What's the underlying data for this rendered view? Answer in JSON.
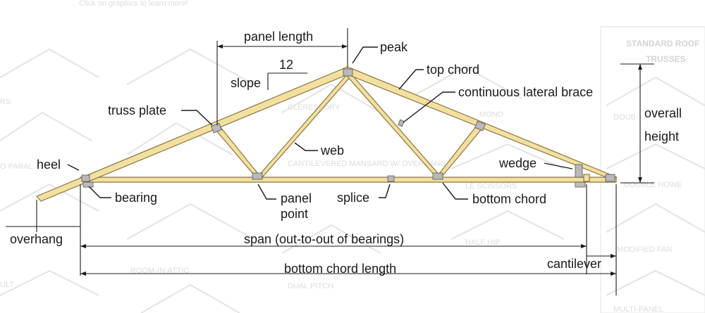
{
  "instruction": "Click on graphics to learn more!",
  "sidebar_title_line1": "STANDARD ROOF",
  "sidebar_title_line2": "TRUSSES",
  "background_labels": {
    "clerestory": "CLERESTORY",
    "cantilevered_mansard": "CANTILEVERED MANSARD W/ OVERHANG",
    "dual_pitch": "DUAL PITCH",
    "room_in_attic": "ROOM-IN-ATTIC",
    "half_hip": "HALF HIP",
    "modified_fan": "MODIFIED FAN",
    "double_howe": "DOUBLE HOWE",
    "multi_panel": "MULTI-PANEL",
    "bowstring_partial": "RS",
    "paraloft_partial": "O PARAL",
    "dormer_partial": "DOUB",
    "gambrel_partial": "ULT",
    "scissors_partial": "LE SCISSORS",
    "mono_partial": "MONO"
  },
  "labels": {
    "panel_length": "panel length",
    "peak": "peak",
    "slope_number": "12",
    "slope": "slope",
    "top_chord": "top chord",
    "continuous_lateral_brace": "continuous lateral brace",
    "truss_plate": "truss plate",
    "overall_height_line1": "overall",
    "overall_height_line2": "height",
    "heel": "heel",
    "web": "web",
    "wedge": "wedge",
    "bearing": "bearing",
    "panel_point_line1": "panel",
    "panel_point_line2": "point",
    "splice": "splice",
    "bottom_chord": "bottom chord",
    "overhang": "overhang",
    "span": "span (out-to-out of bearings)",
    "cantilever": "cantilever",
    "bottom_chord_length": "bottom chord length"
  },
  "colors": {
    "timber_fill": "#f3dfa0",
    "timber_outline": "#8a7640",
    "plate": "#b9b9b9",
    "text": "#1a1a1a",
    "faint_background": "#e3e3e3"
  }
}
